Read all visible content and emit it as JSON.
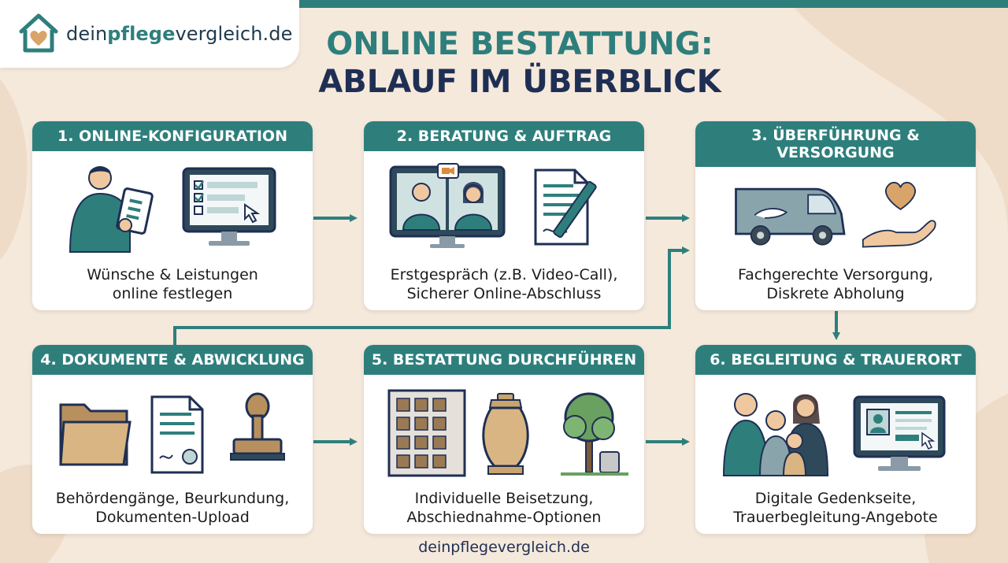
{
  "brand": {
    "logo_part1": "dein",
    "logo_part2": "pflege",
    "logo_part3": "vergleich.de",
    "footer": "deinpflegevergleich.de"
  },
  "title": {
    "line1": "ONLINE BESTATTUNG:",
    "line2": "ABLAUF IM ÜBERBLICK"
  },
  "steps": [
    {
      "title": "1. ONLINE-KONFIGURATION",
      "line1": "Wünsche & Leistungen",
      "line2": "online festlegen",
      "icons": [
        "person-tablet-icon",
        "monitor-checklist-icon"
      ]
    },
    {
      "title": "2. BERATUNG & AUFTRAG",
      "line1": "Erstgespräch (z.B. Video-Call),",
      "line2": "Sicherer Online-Abschluss",
      "icons": [
        "video-call-monitor-icon",
        "document-pen-icon"
      ]
    },
    {
      "title_line1": "3. ÜBERFÜHRUNG &",
      "title_line2": "VERSORGUNG",
      "line1": "Fachgerechte Versorgung,",
      "line2": "Diskrete Abholung",
      "icons": [
        "van-icon",
        "heart-hand-icon"
      ]
    },
    {
      "title": "4. DOKUMENTE & ABWICKLUNG",
      "line1": "Behördengänge, Beurkundung,",
      "line2": "Dokumenten-Upload",
      "icons": [
        "folder-icon",
        "certificate-icon",
        "stamp-icon"
      ]
    },
    {
      "title": "5. BESTATTUNG DURCHFÜHREN",
      "line1": "Individuelle Beisetzung,",
      "line2": "Abschiednahme-Optionen",
      "icons": [
        "columbarium-icon",
        "urn-icon",
        "tree-grave-icon"
      ]
    },
    {
      "title": "6. BEGLEITUNG & TRAUERORT",
      "line1": "Digitale Gedenkseite,",
      "line2": "Trauerbegleitung-Angebote",
      "icons": [
        "family-icon",
        "memorial-monitor-icon"
      ]
    }
  ],
  "colors": {
    "teal": "#2e7f7c",
    "navy": "#1f2f54",
    "background": "#f5e9dc"
  }
}
